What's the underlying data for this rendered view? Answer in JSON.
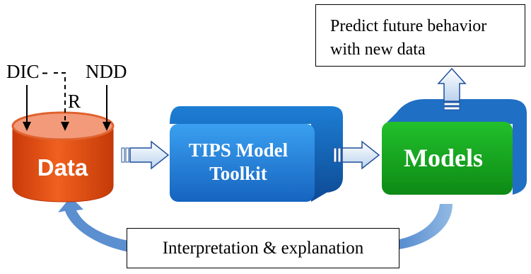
{
  "inputs": {
    "dic_label": "DIC",
    "r_label": "R",
    "ndd_label": "NDD"
  },
  "blocks": {
    "data_label": "Data",
    "tips_line1": "TIPS Model",
    "tips_line2": "Toolkit",
    "models_label": "Models"
  },
  "predict_box": {
    "line1": "Predict future behavior",
    "line2": "with new data"
  },
  "feedback_box": {
    "label": "Interpretation & explanation"
  },
  "colors": {
    "data_fill": "#e24a12",
    "data_top": "#f29a7a",
    "tips_fill": "#1f7fd6",
    "tips_dark": "#0f4f9a",
    "models_fill": "#12a31c",
    "models_back": "#1f6fc4",
    "arrow_fill": "#dce9f7",
    "arrow_stroke": "#1f4f9a",
    "curve_fill": "#6e9fd4"
  }
}
